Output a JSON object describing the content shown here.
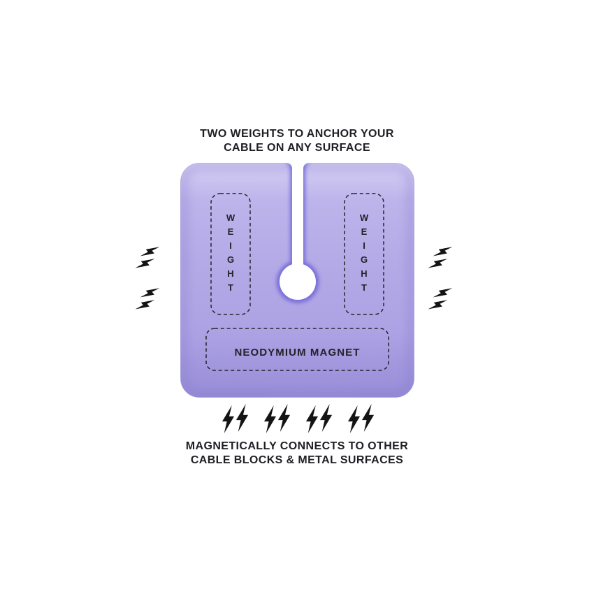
{
  "page": {
    "background": "#ffffff"
  },
  "captions": {
    "top": {
      "line1": "TWO WEIGHTS TO ANCHOR YOUR",
      "line2": "CABLE ON ANY SURFACE"
    },
    "bottom": {
      "line1": "MAGNETICALLY CONNECTS TO OTHER",
      "line2": "CABLE BLOCKS & METAL SURFACES"
    }
  },
  "device": {
    "body_color": "#b3a9e6",
    "labels": {
      "weight_left": "WEIGHT",
      "weight_right": "WEIGHT",
      "magnet": "NEODYMIUM MAGNET"
    }
  },
  "icons": {
    "lightning": {
      "name": "lightning-bolt-icon",
      "color": "#141414",
      "count": 16
    }
  },
  "colors": {
    "text": "#1f1e24",
    "dashed_outline": "#26242c",
    "slot_glow": "#6a61d4",
    "body_highlight": "#c2baee",
    "body_shadow": "#a69be1"
  }
}
